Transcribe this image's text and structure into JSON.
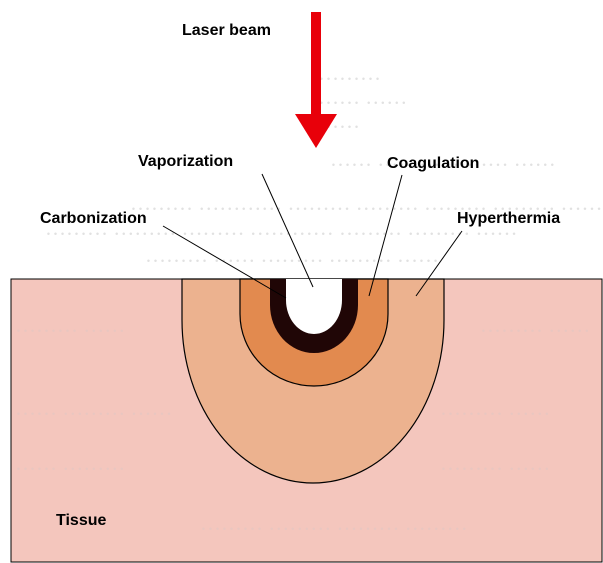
{
  "labels": {
    "laser_beam": "Laser beam",
    "vaporization": "Vaporization",
    "coagulation": "Coagulation",
    "carbonization": "Carbonization",
    "hyperthermia": "Hyperthermia",
    "tissue": "Tissue"
  },
  "colors": {
    "tissue": "#f4c6bd",
    "hyperthermia_zone": "#ecb28f",
    "coagulation_zone": "#e28a4f",
    "carbonization_zone": "#200606",
    "vaporization_crater": "#ffffff",
    "laser_arrow": "#e8000a",
    "outline": "#000000"
  },
  "icons": {
    "laser_arrow": "down-arrow-icon"
  }
}
